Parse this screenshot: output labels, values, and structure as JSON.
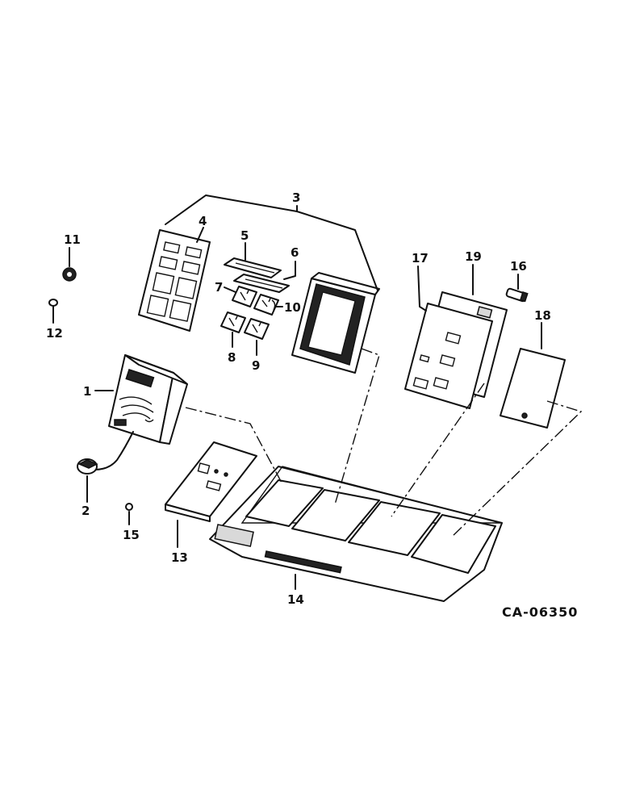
{
  "drawing_code": "CA-06350",
  "callouts": [
    "1",
    "2",
    "3",
    "4",
    "5",
    "6",
    "7",
    "8",
    "9",
    "10",
    "11",
    "12",
    "13",
    "14",
    "15",
    "16",
    "17",
    "18",
    "19"
  ]
}
